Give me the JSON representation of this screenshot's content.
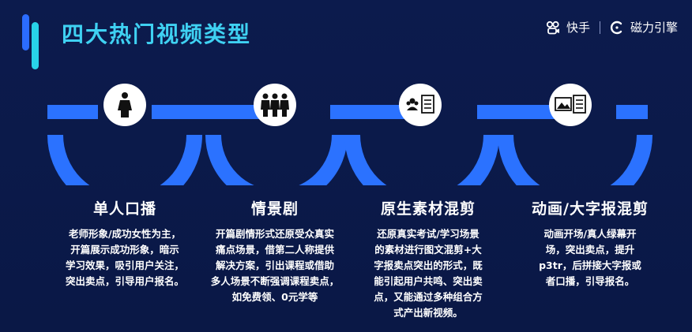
{
  "header": {
    "title": "四大热门视频类型",
    "brand_kuaishou": "快手",
    "brand_cili": "磁力引擎"
  },
  "colors": {
    "background": "#0b1a4a",
    "title": "#3fd1f2",
    "track": "#2b72ff",
    "accent_blue": "#2b6cff",
    "accent_cyan": "#28d3e8"
  },
  "types": [
    {
      "icon": "single-person-icon",
      "heading": "单人口播",
      "lines": [
        "老师形象/成功女性为主，",
        "开篇展示成功形象，暗示",
        "学习效果，吸引用户关注，",
        "突出卖点，引导用户报名。"
      ]
    },
    {
      "icon": "group-people-icon",
      "heading": "情景剧",
      "lines": [
        "开篇剧情形式还原受众真实",
        "痛点场景，借第二人称提供",
        "解决方案，引出课程或借助",
        "多人场景不断强调课程卖点，",
        "如免费领、0元学等"
      ]
    },
    {
      "icon": "people-document-icon",
      "heading": "原生素材混剪",
      "lines": [
        "还原真实考试/学习场景",
        "的素材进行图文混剪+大",
        "字报卖点突出的形式，既",
        "能引起用户共鸣、突出卖",
        "点，又能通过多种组合方",
        "式产出新视频。"
      ]
    },
    {
      "icon": "image-document-icon",
      "heading": "动画/大字报混剪",
      "lines": [
        "动画开场/真人绿幕开",
        "场，突出卖点，提升",
        "p3tr，后拼接大字报或",
        "者口播，引导报名。"
      ]
    }
  ]
}
